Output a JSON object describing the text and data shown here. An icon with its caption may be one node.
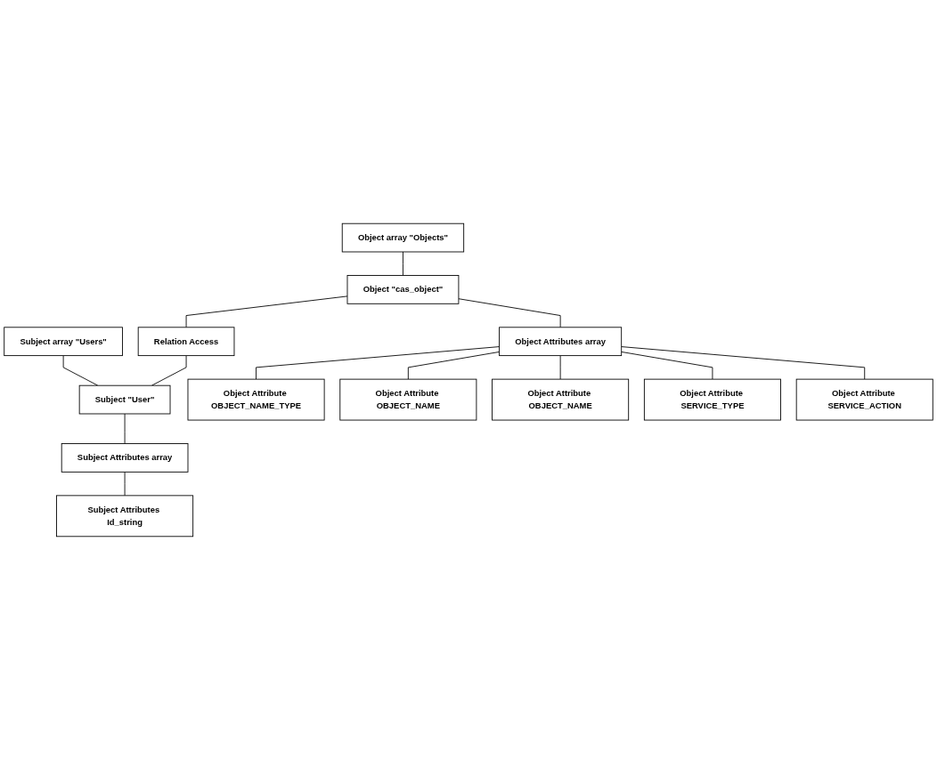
{
  "diagram": {
    "nodes": [
      {
        "text": [
          "Object array \"Objects\""
        ]
      },
      {
        "text": [
          "Subject array \"Users\""
        ]
      },
      {
        "text": [
          "Object \"cas_object\""
        ]
      },
      {
        "text": [
          "Relation Access"
        ]
      },
      {
        "text": [
          "Subject \"User\""
        ]
      },
      {
        "text": [
          "Object Attributes array"
        ]
      },
      {
        "text": [
          "Subject Attributes array"
        ]
      },
      {
        "text": [
          "Object Attribute OBJECT_NAME_TYPE"
        ]
      },
      {
        "text": [
          "Object Attribute OBJECT_NAME"
        ]
      },
      {
        "text": [
          "Subject Attributes Id_string"
        ]
      },
      {
        "text": [
          "Object Attribute OBJECT_NAME"
        ]
      },
      {
        "text": [
          "Object Attribute SERVICE_TYPE"
        ]
      },
      {
        "text": [
          "Object Attribute SERVICE_ACTION"
        ]
      }
    ],
    "edges": [
      {
        "from": 0,
        "to": 2,
        "arrow": "none"
      },
      {
        "from": 1,
        "to": 4,
        "arrow": "none"
      },
      {
        "from": 2,
        "to": 3,
        "arrow": "none"
      },
      {
        "from": 3,
        "to": 4,
        "arrow": "none"
      },
      {
        "from": 2,
        "to": 5,
        "arrow": "none"
      },
      {
        "from": 4,
        "to": 6,
        "arrow": "none"
      },
      {
        "from": 6,
        "to": 9,
        "arrow": "none"
      },
      {
        "from": 5,
        "to": 7,
        "arrow": "none"
      },
      {
        "from": 5,
        "to": 10,
        "arrow": "none"
      },
      {
        "from": 5,
        "to": 12,
        "arrow": "none"
      },
      {
        "from": 5,
        "to": 11,
        "arrow": "none"
      },
      {
        "from": 5,
        "to": 8,
        "arrow": "none"
      }
    ]
  }
}
